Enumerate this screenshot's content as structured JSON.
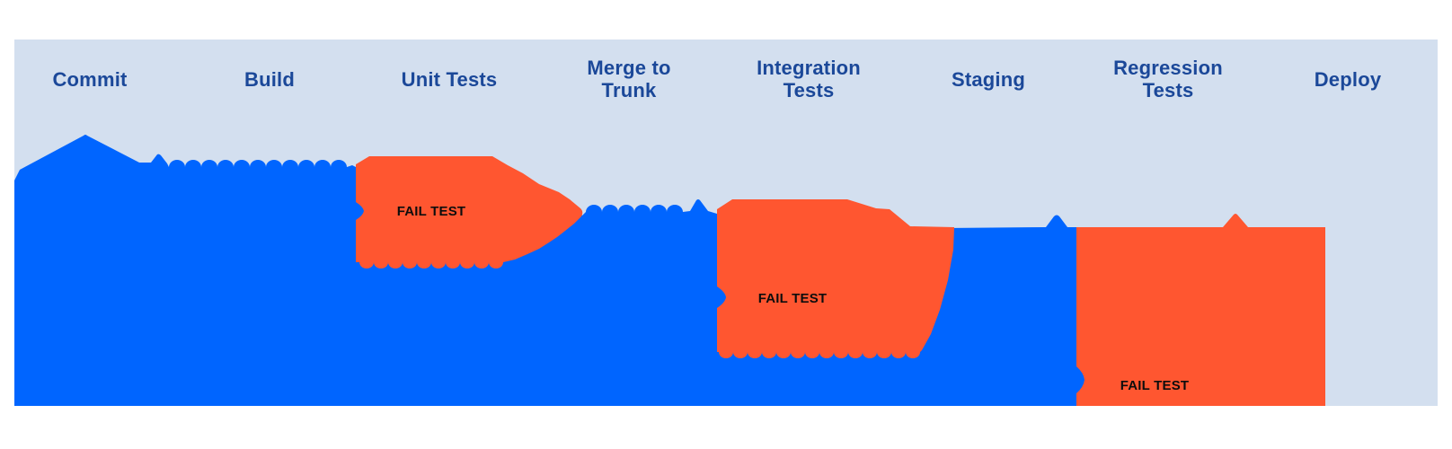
{
  "diagram": {
    "stages": [
      {
        "label": "Commit"
      },
      {
        "label": "Build"
      },
      {
        "label": "Unit Tests"
      },
      {
        "label": "Merge to\nTrunk"
      },
      {
        "label": "Integration\nTests"
      },
      {
        "label": "Staging"
      },
      {
        "label": "Regression\nTests"
      },
      {
        "label": "Deploy"
      }
    ],
    "fail_regions": [
      {
        "label": "FAIL TEST",
        "after_stage": "Unit Tests"
      },
      {
        "label": "FAIL TEST",
        "after_stage": "Integration Tests"
      },
      {
        "label": "FAIL TEST",
        "after_stage": "Regression Tests"
      }
    ],
    "colors": {
      "background": "#ffffff",
      "panel": "#d3dfef",
      "flow_blue": "#0065ff",
      "fail_orange": "#ff5630",
      "stage_text": "#1b4899",
      "fail_text": "#0d0d0d"
    }
  }
}
